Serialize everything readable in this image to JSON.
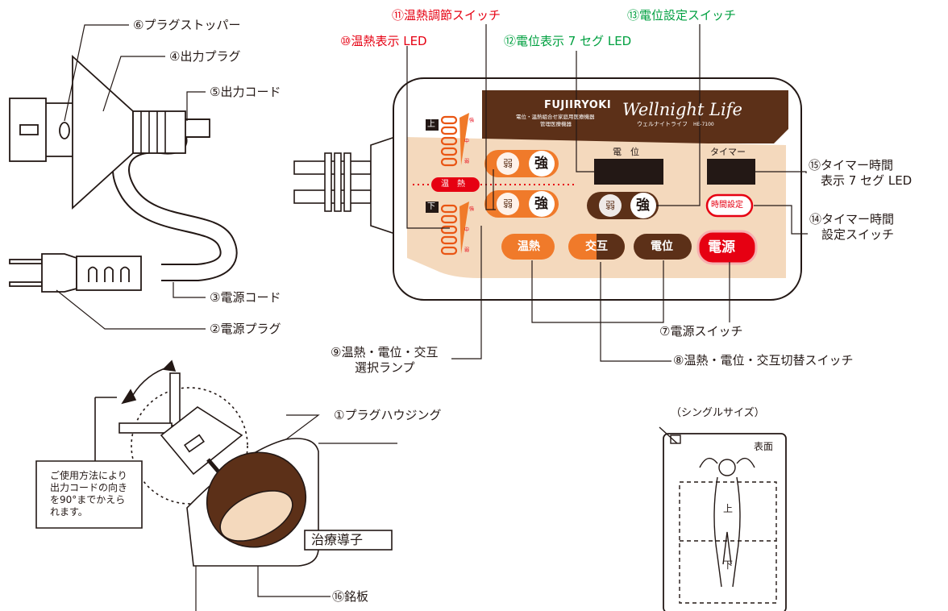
{
  "colors": {
    "brown": "#5c3018",
    "orange": "#f07a2a",
    "beige": "#f4d9bd",
    "red": "#e60012",
    "green": "#00a040"
  },
  "callouts": {
    "plug_stopper": "⑥プラグストッパー",
    "output_plug": "④出力プラグ",
    "output_cord": "⑤出力コード",
    "power_cord": "③電源コード",
    "power_plug": "②電源プラグ",
    "heat_led": "⑩温熱表示 LED",
    "heat_switch": "⑪温熱調節スイッチ",
    "potential_led": "⑫電位表示 7 セグ LED",
    "potential_switch": "⑬電位設定スイッチ",
    "timer_led": "⑮タイマー時間\n　表示 7 セグ LED",
    "timer_switch": "⑭タイマー時間\n　設定スイッチ",
    "power_switch": "⑦電源スイッチ",
    "select_lamp": "⑨温熱・電位・交互\n　　選択ランプ",
    "mode_switch": "⑧温熱・電位・交互切替スイッチ",
    "plug_housing": "①プラグハウジング",
    "nameplate": "⑯銘板"
  },
  "controller": {
    "brand": "FUJIIRYOKI",
    "model_script": "Wellnight Life",
    "model_kana": "ウェルナイトライフ",
    "model_no": "HE-7100",
    "desc1": "電位・温熱組合せ家庭用医療機器",
    "desc2": "管理医療機器",
    "up": "上",
    "down": "下",
    "level_high": "強",
    "level_mid": "中",
    "level_low": "弱",
    "heat_label": "温　熱",
    "weak": "弱",
    "strong": "強",
    "potential_title": "電　位",
    "timer_title": "タイマー",
    "time_set": "時間設定",
    "btn_heat": "温熱",
    "btn_alt": "交互",
    "btn_potential": "電位",
    "btn_power": "電源"
  },
  "note": "ご使用方法により\n出力コードの向き\nを90°までかえら\nれます。",
  "pad_label": "治療導子",
  "mat": {
    "size": "（シングルサイズ）",
    "surface": "表面",
    "up": "上",
    "down": "下"
  }
}
